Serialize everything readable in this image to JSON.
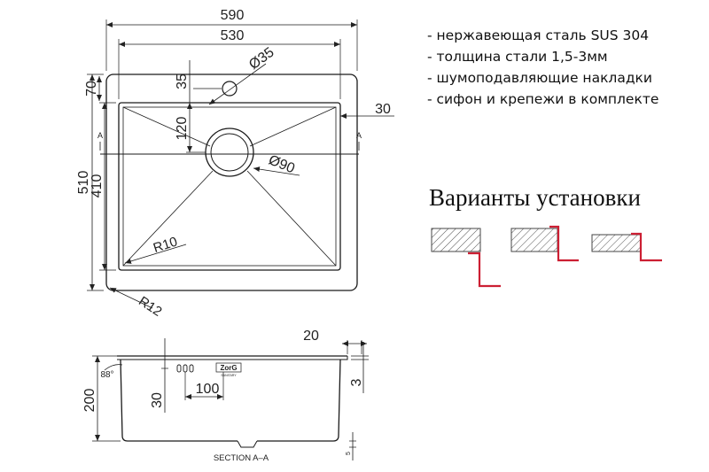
{
  "specs": [
    "- нержавеющая сталь SUS 304",
    "- толщина стали 1,5-3мм",
    "- шумоподавляющие накладки",
    "- сифон и крепежи в комплекте"
  ],
  "install_title": "Варианты установки",
  "top_view": {
    "width_outer": "590",
    "width_inner": "530",
    "height_outer": "510",
    "height_inner": "410",
    "rim_top": "70",
    "rim_side": "30",
    "hole_offset": "35",
    "tap_hole_diameter": "Ø35",
    "drain_offset": "120",
    "drain_diameter": "Ø90",
    "inner_radius": "R10",
    "outer_radius": "R12",
    "section_mark": "A"
  },
  "section_view": {
    "depth": "200",
    "angle": "88°",
    "overflow_height": "30",
    "overflow_spacing": "100",
    "flange_width": "20",
    "flange_thickness": "3",
    "bottom_offset": "5",
    "logo_text": "ZorG",
    "logo_subtext": "SANITARY",
    "caption": "SECTION A–A"
  },
  "colors": {
    "line": "#1a1a1a",
    "accent": "#cc1f33",
    "hatch": "#444444"
  }
}
